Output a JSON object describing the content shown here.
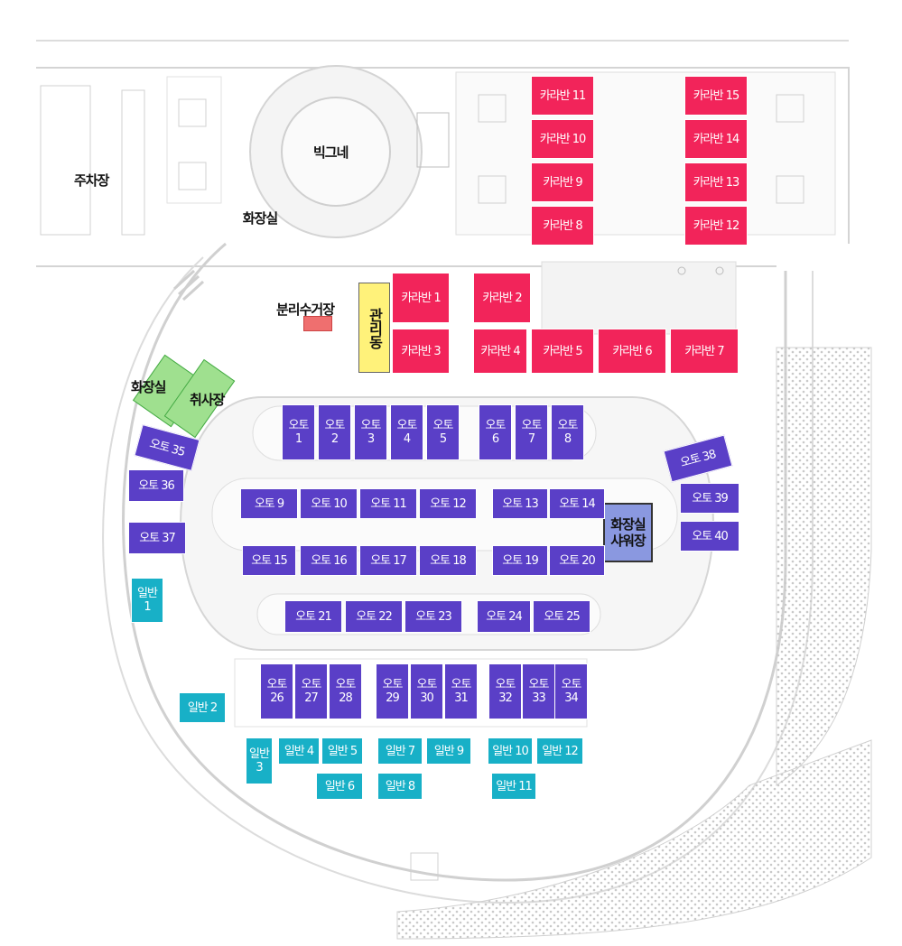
{
  "labels": {
    "parking": "주차장",
    "big_tent": "빅그네",
    "toilet_top": "화장실",
    "recycling": "분리수거장",
    "management": "관리동",
    "toilet_left": "화장실",
    "kitchen": "취사장",
    "toilet_shower": "화장실\n샤워장"
  },
  "colors": {
    "caravan": "#f2245a",
    "auto": "#5a3fc7",
    "general": "#18b0c7",
    "toilet_top": "#8fd3ef",
    "toilet_green": "#9fe08f",
    "management": "#fff27a",
    "recycling": "#ef6f6f",
    "shower": "#8a98e0"
  },
  "sites": {
    "caravan": [
      "카라반 1",
      "카라반 2",
      "카라반 3",
      "카라반 4",
      "카라반 5",
      "카라반 6",
      "카라반 7",
      "카라반 8",
      "카라반 9",
      "카라반 10",
      "카라반 11",
      "카라반 12",
      "카라반 13",
      "카라반 14",
      "카라반 15"
    ],
    "auto": [
      "오토\n1",
      "오토\n2",
      "오토\n3",
      "오토\n4",
      "오토\n5",
      "오토\n6",
      "오토\n7",
      "오토\n8",
      "오토 9",
      "오토 10",
      "오토 11",
      "오토 12",
      "오토 13",
      "오토 14",
      "오토 15",
      "오토 16",
      "오토 17",
      "오토 18",
      "오토 19",
      "오토 20",
      "오토 21",
      "오토 22",
      "오토 23",
      "오토 24",
      "오토 25",
      "오토\n26",
      "오토\n27",
      "오토\n28",
      "오토\n29",
      "오토\n30",
      "오토\n31",
      "오토\n32",
      "오토\n33",
      "오토\n34",
      "오토 35",
      "오토 36",
      "오토 37",
      "오토 38",
      "오토 39",
      "오토 40"
    ],
    "general": [
      "일반\n1",
      "일반 2",
      "일반\n3",
      "일반 4",
      "일반 5",
      "일반 6",
      "일반 7",
      "일반 8",
      "일반 9",
      "일반 10",
      "일반 11",
      "일반 12"
    ]
  }
}
